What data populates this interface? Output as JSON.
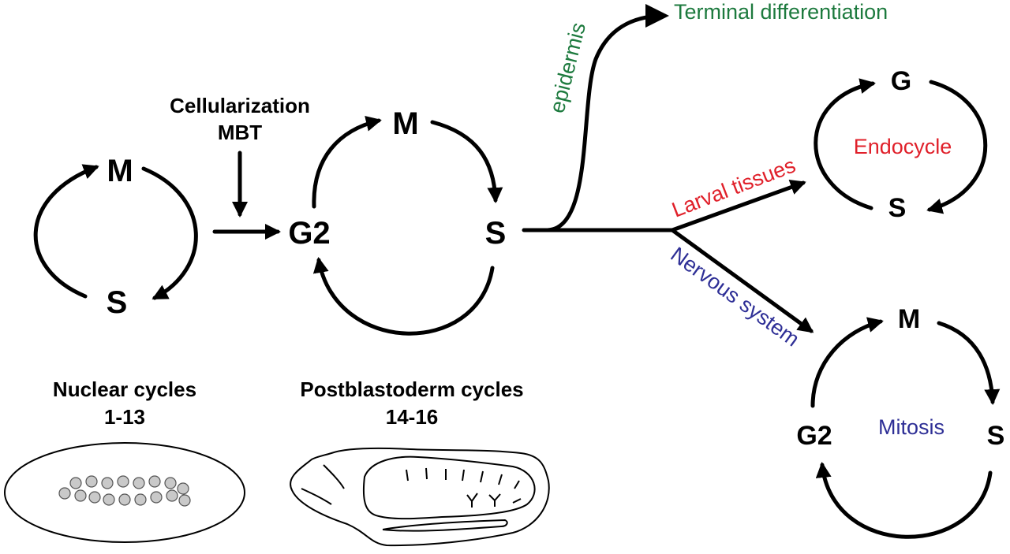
{
  "nuclear_cycle": {
    "m": "M",
    "s": "S"
  },
  "cellularization": {
    "line1": "Cellularization",
    "line2": "MBT"
  },
  "postblastoderm_cycle": {
    "m": "M",
    "g2": "G2",
    "s": "S"
  },
  "branches": {
    "epidermis": "epidermis",
    "terminal": "Terminal differentiation",
    "larval": "Larval tissues",
    "nervous": "Nervous system"
  },
  "endocycle": {
    "g": "G",
    "s": "S",
    "label": "Endocycle"
  },
  "mitosis": {
    "m": "M",
    "g2": "G2",
    "s": "S",
    "label": "Mitosis"
  },
  "captions": {
    "nuclear_line1": "Nuclear cycles",
    "nuclear_line2": "1-13",
    "post_line1": "Postblastoderm cycles",
    "post_line2": "14-16"
  },
  "colors": {
    "green": "#1d7a3e",
    "red": "#e0202a",
    "blue": "#2e2f96"
  }
}
